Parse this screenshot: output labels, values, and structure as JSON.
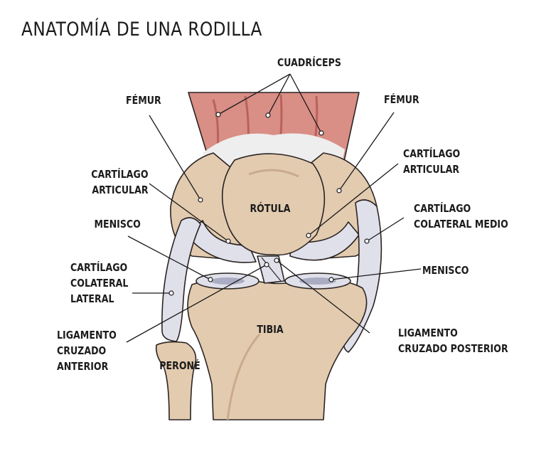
{
  "title": "ANATOMÍA DE UNA RODILLA",
  "labels": {
    "cuadriceps": "CUADRÍCEPS",
    "femur_left": "FÉMUR",
    "femur_right": "FÉMUR",
    "cartilago_articular_left": [
      "CARTÍLAGO",
      "ARTICULAR"
    ],
    "cartilago_articular_right": [
      "CARTÍLAGO",
      "ARTICULAR"
    ],
    "rotula": "RÓTULA",
    "menisco_left": "MENISCO",
    "menisco_right": "MENISCO",
    "cartilago_colateral_medio": [
      "CARTÍLAGO",
      "COLATERAL MEDIO"
    ],
    "cartilago_colateral_lateral": [
      "CARTÍLAGO",
      "COLATERAL",
      "LATERAL"
    ],
    "ligamento_cruzado_anterior": [
      "LIGAMENTO",
      "CRUZADO",
      "ANTERIOR"
    ],
    "ligamento_cruzado_posterior": [
      "LIGAMENTO",
      "CRUZADO POSTERIOR"
    ],
    "tibia": "TIBIA",
    "perone": "PERONÉ"
  },
  "colors": {
    "bone": "#e3cbb0",
    "bone_shade": "#c9ab8b",
    "muscle": "#d98e86",
    "muscle_dark": "#b9625c",
    "cartilage": "#dfe0ea",
    "cartilage_shade": "#a9acc2",
    "outline": "#2a2422"
  }
}
